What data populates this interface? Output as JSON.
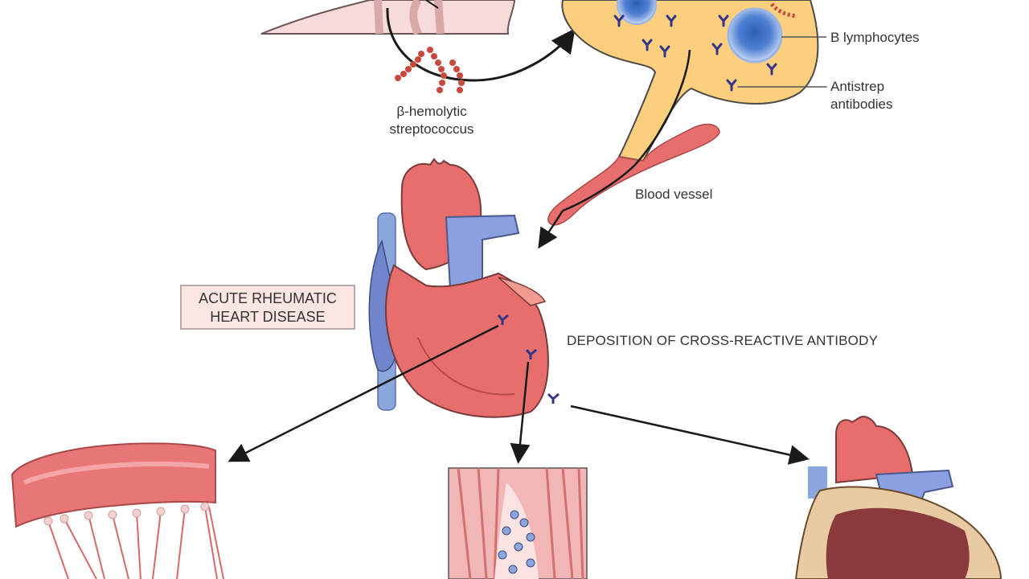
{
  "labels": {
    "bacteria": [
      "β-hemolytic",
      "streptococcus"
    ],
    "b_lymphocytes": "B lymphocytes",
    "antibodies": [
      "Antistrep",
      "antibodies"
    ],
    "blood_vessel": "Blood vessel",
    "disease": [
      "ACUTE RHEUMATIC",
      "HEART DISEASE"
    ],
    "deposition": "DEPOSITION OF CROSS-REACTIVE ANTIBODY"
  },
  "colors": {
    "heart_red": "#e86e6e",
    "heart_dark": "#c94a4a",
    "vein_blue": "#7b8fd6",
    "lymph_node": "#fbcf7e",
    "b_cell": "#5f8ad4",
    "antibody": "#34358a",
    "bacteria": "#c84a3e",
    "arrow": "#1a1a1a"
  }
}
